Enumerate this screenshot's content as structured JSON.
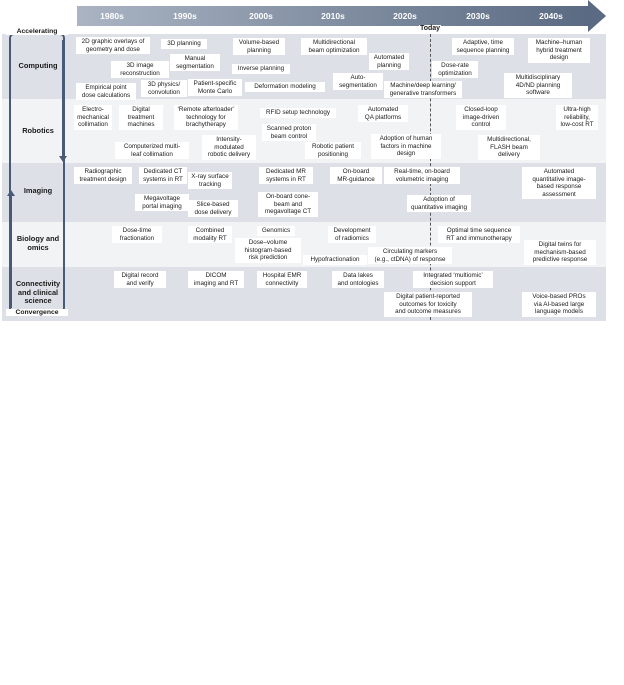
{
  "timeline": {
    "decades": [
      "1980s",
      "1990s",
      "2000s",
      "2010s",
      "2020s",
      "2030s",
      "2040s"
    ],
    "today": "Today"
  },
  "axis": {
    "top": "Accelerating",
    "bottom": "Convergence"
  },
  "rows": [
    {
      "label": "Computing",
      "items": [
        "2D graphic overlays of\ngeometry and dose",
        "3D image\nreconstruction",
        "Empirical point\ndose calculations",
        "3D planning",
        "Manual\nsegmentation",
        "3D physics/\nconvolution",
        "Patient-specific\nMonte Carlo",
        "Volume-based\nplanning",
        "Inverse planning",
        "Deformation modeling",
        "Multidirectional\nbeam optimization",
        "Automated\nplanning",
        "Auto-\nsegmentation",
        "Adaptive, time\nsequence planning",
        "Dose-rate\noptimization",
        "Machine/deep learning/\ngenerative transformers",
        "Machine–human\nhybrid treatment\ndesign",
        "Multidisciplinary\n4D/ND planning\nsoftware"
      ]
    },
    {
      "label": "Robotics",
      "items": [
        "Electro-\nmechanical\ncollimation",
        "Digital\ntreatment\nmachines",
        "Computerized multi-\nleaf collimation",
        "‘Remote afterloader’\ntechnology for\nbrachytherapy",
        "Intensity-\nmodulated\nrobotic delivery",
        "RFID setup technology",
        "Scanned proton\nbeam control",
        "Robotic patient\npositioning",
        "Automated\nQA platforms",
        "Adoption of human\nfactors in machine\ndesign",
        "Closed-loop\nimage-driven\ncontrol",
        "Multidirectional,\nFLASH beam\ndelivery",
        "Ultra-high\nreliability,\nlow-cost RT"
      ]
    },
    {
      "label": "Imaging",
      "items": [
        "Radiographic\ntreatment design",
        "Dedicated CT\nsystems in RT",
        "Megavoltage\nportal imaging",
        "X-ray surface\ntracking",
        "Slice-based\ndose delivery",
        "Dedicated  MR\nsystems in RT",
        "On-board cone-\nbeam and\nmegavoltage CT",
        "On-board\nMR-guidance",
        "Real-time, on-board\nvolumetric imaging",
        "Adoption of\nquantitative imaging",
        "Automated\nquantitative image-\nbased response\nassessment"
      ]
    },
    {
      "label": "Biology and\nomics",
      "items": [
        "Dose-time\nfractionation",
        "Combined\nmodality RT",
        "Genomics",
        "Dose–volume\nhistogram-based\nrisk prediction",
        "Development\nof radiomics",
        "Hypofractionation",
        "Circulating markers\n(e.g., ctDNA) of response",
        "Optimal time sequence\nRT and immunotherapy",
        "Digital twins for\nmechanism-based\npredictive response"
      ]
    },
    {
      "label": "Connectivity\nand clinical\nscience",
      "items": [
        "Digital record\nand verify",
        "DICOM\nimaging and RT",
        "Hospital EMR\nconnectivity",
        "Data lakes\nand ontologies",
        "Integrated ‘multiomic’\ndecision support",
        "Digital patient-reported\noutcomes for toxicity\nand outcome measures",
        "Voice-based PROs\nvia AI-based large\nlanguage models"
      ]
    }
  ]
}
